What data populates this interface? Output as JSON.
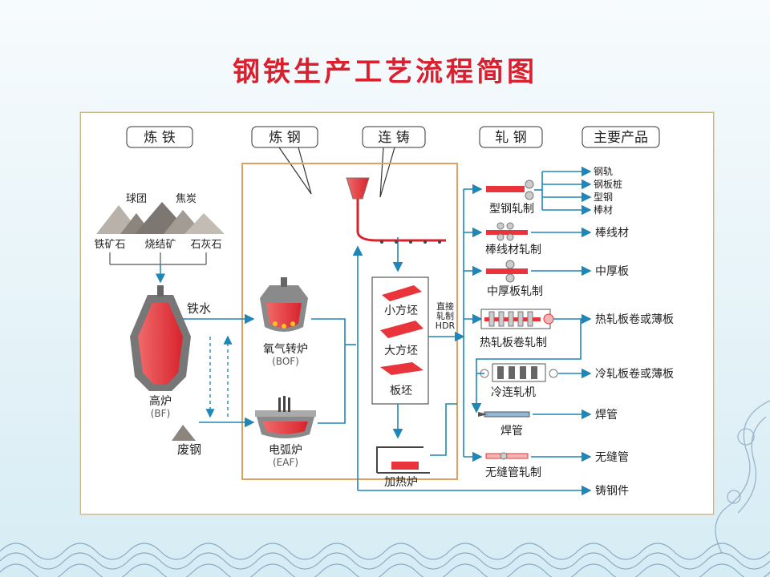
{
  "title": "钢铁生产工艺流程简图",
  "sections": {
    "ironmaking": "炼 铁",
    "steelmaking": "炼 钢",
    "casting": "连 铸",
    "rolling": "轧 钢",
    "products": "主要产品"
  },
  "raw_materials": {
    "pellets": "球团",
    "coke": "焦炭",
    "iron_ore": "铁矿石",
    "sinter": "烧结矿",
    "limestone": "石灰石"
  },
  "ironmaking": {
    "hot_metal": "铁水",
    "blast_furnace": "高炉",
    "blast_furnace_abbr": "(BF)",
    "scrap": "废钢"
  },
  "steelmaking": {
    "bof": "氧气转炉",
    "bof_abbr": "(BOF)",
    "eaf": "电弧炉",
    "eaf_abbr": "(EAF)"
  },
  "casting": {
    "billet": "小方坯",
    "bloom": "大方坯",
    "slab": "板坯",
    "hdr_1": "直接",
    "hdr_2": "轧制",
    "hdr_3": "HDR",
    "reheat": "加热炉"
  },
  "rolling": {
    "section": "型钢轧制",
    "wire": "棒线材轧制",
    "plate": "中厚板轧制",
    "hot_strip": "热轧板卷轧制",
    "cold_mill": "冷连轧机",
    "welded": "焊管",
    "seamless": "无缝管轧制"
  },
  "products": {
    "rail": "钢轨",
    "sheet_pile": "钢板桩",
    "section_steel": "型钢",
    "bar": "棒材",
    "wire_rod": "棒线材",
    "plate": "中厚板",
    "hot_coil": "热轧板卷或薄板",
    "cold_coil": "冷轧板卷或薄板",
    "welded_pipe": "焊管",
    "seamless_pipe": "无缝管",
    "casting": "铸钢件"
  },
  "colors": {
    "title": "#d9202e",
    "flow": "#1f86b8",
    "frame": "#e0a060",
    "steel": "#e8343a"
  }
}
